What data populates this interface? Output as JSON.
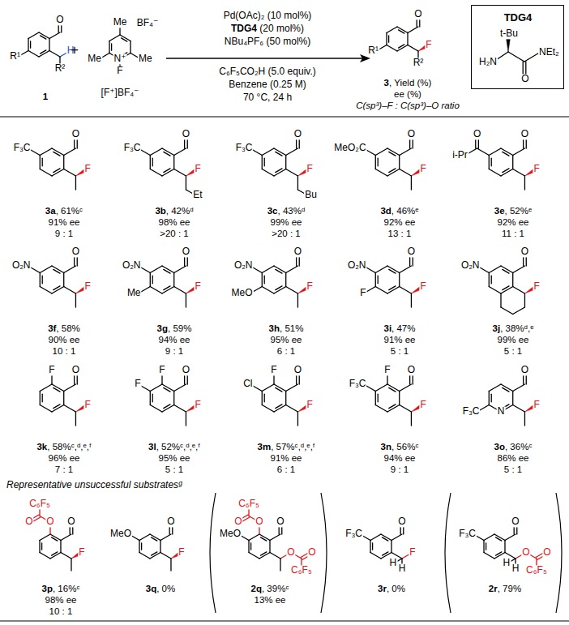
{
  "diagram": {
    "nodes": [
      {
        "text": [
          "TDG4",
          "t-Bu",
          "H₂N",
          "NEt₂",
          "O"
        ]
      }
    ],
    "labels": [
      "R¹",
      "O",
      "H",
      "R²",
      "1",
      "+",
      "Me",
      "BF₄⁻",
      "N⁺",
      "Me",
      "Me",
      "F",
      "[F⁺]BF₄⁻",
      "Pd(OAc)₂ (10 mol%)",
      "TDG4 (20 mol%)",
      "NBu₄PF₆ (50 mol%)",
      "C₆F₅CO₂H (5.0 equiv.)",
      "Benzene (0.25 M)",
      "70 °C, 24 h",
      "R¹",
      "O",
      "F",
      "R²",
      "3, Yield (%)",
      "ee (%)",
      "C(sp³)–F : C(sp³)–O ratio",
      "F₃C",
      "O",
      "F",
      "3a, 61%ᶜ",
      "91% ee",
      "9 : 1",
      "F₃C",
      "O",
      "F",
      "Et",
      "3b, 42%ᵈ",
      "98% ee",
      ">20 : 1",
      "F₃C",
      "O",
      "F",
      "Bu",
      "3c, 43%ᵈ",
      "99% ee",
      ">20 : 1",
      "MeO₂C",
      "O",
      "F",
      "3d, 46%ᵉ",
      "92% ee",
      "13 : 1",
      "O",
      "i-Pr",
      "O",
      "F",
      "3e, 52%ᵉ",
      "92% ee",
      "11 : 1",
      "O₂N",
      "O",
      "F",
      "3f, 58%",
      "90% ee",
      "10 : 1",
      "O₂N",
      "Me",
      "O",
      "F",
      "3g, 59%",
      "94% ee",
      "9 : 1",
      "O₂N",
      "MeO",
      "O",
      "F",
      "3h, 51%",
      "95% ee",
      "6 : 1",
      "O₂N",
      "F",
      "O",
      "F",
      "3i, 47%",
      "91% ee",
      "5 : 1",
      "O₂N",
      "O",
      "F",
      "3j, 38%ᵈ,ᵉ",
      "99% ee",
      "5 : 1",
      "F",
      "O",
      "F",
      "3k, 58%ᶜ,ᵈ,ᵉ,ᶠ",
      "96% ee",
      "7 : 1",
      "F",
      "F",
      "O",
      "F",
      "3l, 52%ᶜ,ᵈ,ᵉ,ᶠ",
      "95% ee",
      "5 : 1",
      "F",
      "Cl",
      "O",
      "F",
      "3m, 57%ᶜ,ᵈ,ᵉ,ᶠ",
      "91% ee",
      "6 : 1",
      "F",
      "F₃C",
      "O",
      "F",
      "3n, 56%ᶜ",
      "94% ee",
      "9 : 1",
      "N",
      "F₃C",
      "O",
      "F",
      "3o, 36%ᶜ",
      "86% ee",
      "5 : 1",
      "Representative unsuccessful substratesᵍ",
      "O",
      "O",
      "C₆F₅",
      "O",
      "F",
      "3p, 16%ᶜ",
      "98% ee",
      "10 : 1",
      "MeO",
      "O",
      "F",
      "3q, 0%",
      "MeO",
      "O",
      "O",
      "C₆F₅",
      "O",
      "O",
      "O",
      "C₆F₅",
      "2q, 39%ᶜ",
      "13% ee",
      "F₃C",
      "O",
      "F",
      "H",
      "H",
      "3r, 0%",
      "F₃C",
      "O",
      "O",
      "O",
      "C₆F₅",
      "H",
      "H",
      "2r, 79%"
    ]
  }
}
